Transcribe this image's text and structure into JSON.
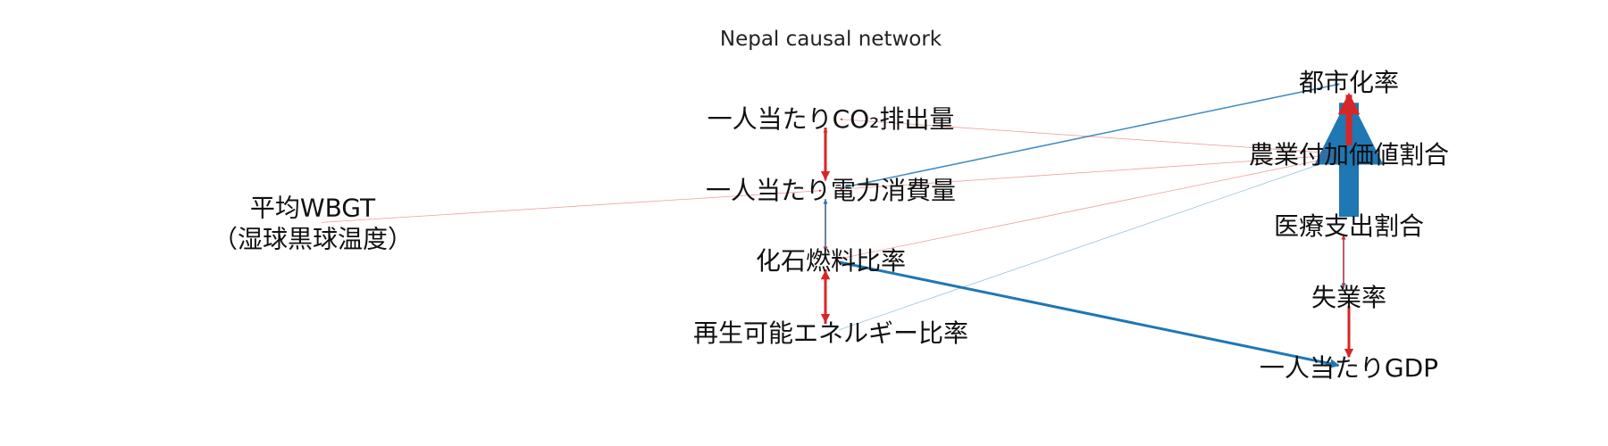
{
  "title": "Nepal causal network",
  "colors": {
    "positive": "#1f77b4",
    "negative": "#d62728",
    "text": "#111111",
    "background": "#ffffff"
  },
  "nodes": [
    {
      "id": "urban",
      "label": "都市化率"
    },
    {
      "id": "co2",
      "label": "一人当たりCO₂排出量"
    },
    {
      "id": "agri",
      "label": "農業付加価値割合"
    },
    {
      "id": "elec",
      "label": "一人当たり電力消費量"
    },
    {
      "id": "wbgt",
      "label_lines": [
        "平均WBGT",
        "（湿球黒球温度）"
      ]
    },
    {
      "id": "health",
      "label": "医療支出割合"
    },
    {
      "id": "fossil",
      "label": "化石燃料比率"
    },
    {
      "id": "unemp",
      "label": "失業率"
    },
    {
      "id": "renew",
      "label": "再生可能エネルギー比率"
    },
    {
      "id": "gdp",
      "label": "一人当たりGDP"
    }
  ],
  "edges": [
    {
      "from": "health",
      "to": "urban",
      "sign": "positive",
      "strength": "very-strong"
    },
    {
      "from": "agri",
      "to": "urban",
      "sign": "negative",
      "strength": "strong"
    },
    {
      "from": "elec",
      "to": "urban",
      "sign": "positive",
      "strength": "weak"
    },
    {
      "from": "fossil",
      "to": "gdp",
      "sign": "positive",
      "strength": "medium"
    },
    {
      "from": "renew",
      "to": "fossil",
      "sign": "negative",
      "strength": "medium"
    },
    {
      "from": "fossil",
      "to": "renew",
      "sign": "negative",
      "strength": "medium"
    },
    {
      "from": "co2",
      "to": "elec",
      "sign": "negative",
      "strength": "medium"
    },
    {
      "from": "elec",
      "to": "co2",
      "sign": "negative",
      "strength": "weak"
    },
    {
      "from": "elec",
      "to": "fossil",
      "sign": "negative",
      "strength": "weak"
    },
    {
      "from": "fossil",
      "to": "elec",
      "sign": "positive",
      "strength": "weak"
    },
    {
      "from": "health",
      "to": "unemp",
      "sign": "positive",
      "strength": "weak"
    },
    {
      "from": "unemp",
      "to": "health",
      "sign": "negative",
      "strength": "weak"
    },
    {
      "from": "unemp",
      "to": "gdp",
      "sign": "negative",
      "strength": "medium"
    },
    {
      "from": "agri",
      "to": "co2",
      "sign": "negative",
      "strength": "faint"
    },
    {
      "from": "agri",
      "to": "elec",
      "sign": "negative",
      "strength": "faint"
    },
    {
      "from": "agri",
      "to": "fossil",
      "sign": "negative",
      "strength": "faint"
    },
    {
      "from": "wbgt",
      "to": "elec",
      "sign": "negative",
      "strength": "faint"
    },
    {
      "from": "renew",
      "to": "agri",
      "sign": "positive",
      "strength": "faint"
    }
  ]
}
